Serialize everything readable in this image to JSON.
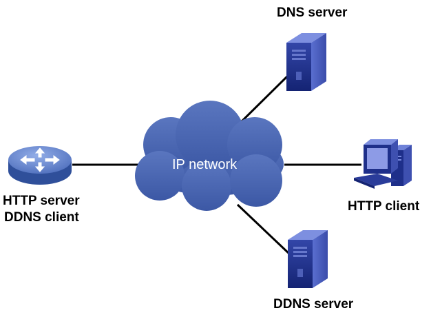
{
  "nodes": {
    "network": {
      "label": "IP network"
    },
    "dns_server": {
      "label": "DNS server"
    },
    "http_client": {
      "label": "HTTP client"
    },
    "ddns_server": {
      "label": "DDNS server"
    },
    "router": {
      "label_line1": "HTTP server",
      "label_line2": "DDNS client"
    }
  },
  "edges": [
    {
      "from": "router",
      "to": "network"
    },
    {
      "from": "network",
      "to": "dns_server"
    },
    {
      "from": "network",
      "to": "http_client"
    },
    {
      "from": "network",
      "to": "ddns_server"
    }
  ],
  "colors": {
    "cloud": "#4a67b0",
    "router_top": "#6f8ed4",
    "router_side": "#2f4f9a",
    "server_front": "#1e2f8a",
    "server_side": "#4a5cc0",
    "line": "#000000"
  },
  "icons": [
    "cloud-icon",
    "router-icon",
    "server-icon",
    "server-icon",
    "workstation-icon"
  ]
}
